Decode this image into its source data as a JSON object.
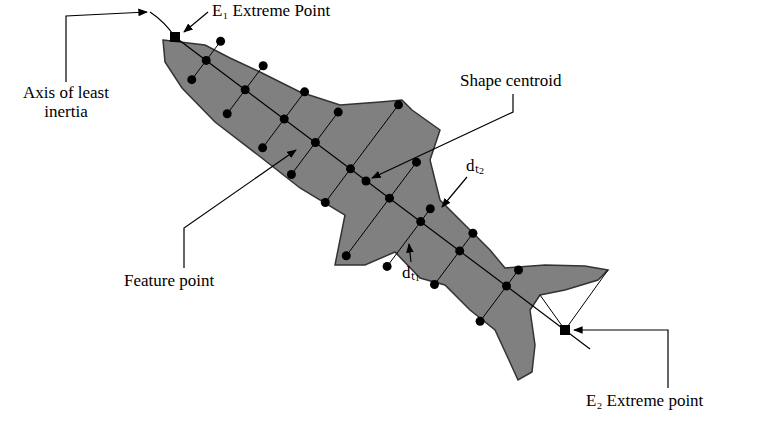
{
  "diagram": {
    "labels": [
      "E₁ Extreme Point",
      "Axis of least inertia",
      "Shape centroid",
      "Feature point",
      "dₜ₂",
      "dₜ₁",
      "E₂ Extreme point"
    ]
  }
}
